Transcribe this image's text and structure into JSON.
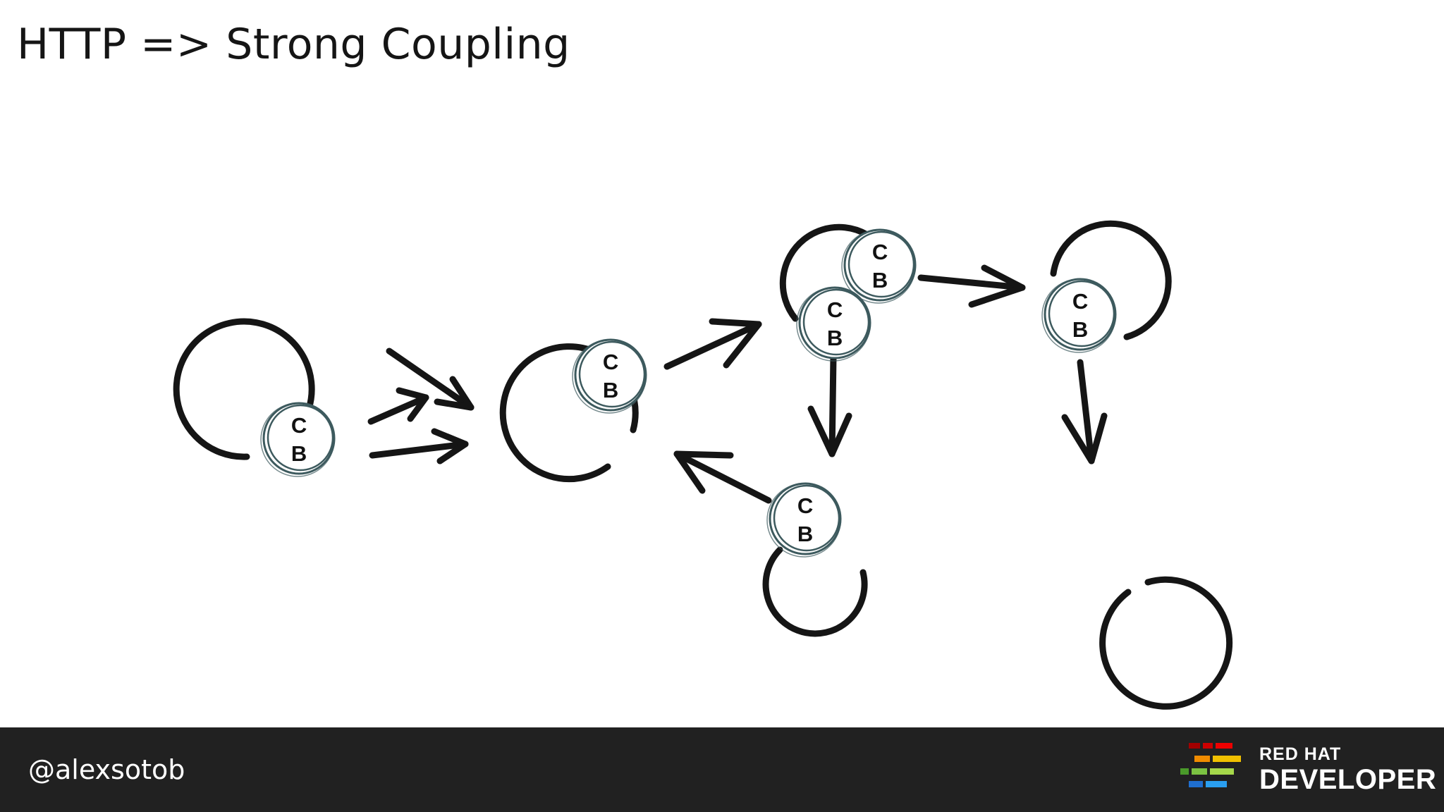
{
  "title": "HTTP => Strong Coupling",
  "footer": {
    "handle": "@alexsotob",
    "brand_top": "RED HAT",
    "brand_bottom": "DEVELOPER"
  },
  "circuit_breaker": {
    "top": "C",
    "bottom": "B"
  },
  "colors": {
    "ink": "#151515",
    "cb_ring": "#3d5a5e",
    "footer_bg": "#212121",
    "logo_red": "#ee0000",
    "logo_orange": "#f08c00",
    "logo_yellow": "#f0c000",
    "logo_green": "#7cc242",
    "logo_blue": "#2a8ff0"
  }
}
